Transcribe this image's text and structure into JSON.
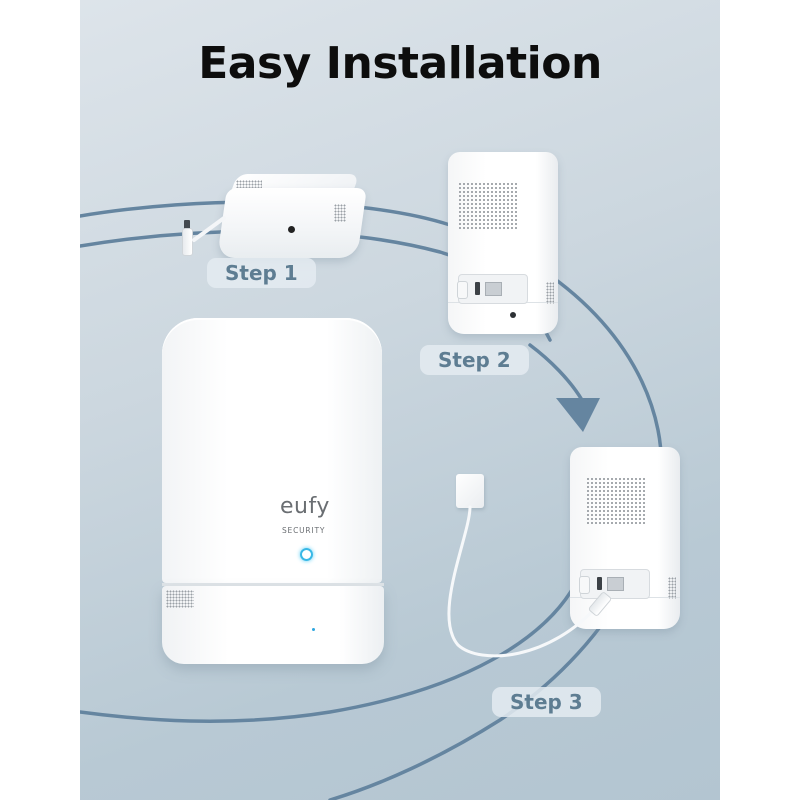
{
  "title": "Easy Installation",
  "steps": [
    {
      "label": "Step 1",
      "description_visual": "Connect power adapter to HomeBase"
    },
    {
      "label": "Step 2",
      "description_visual": "Plug cable into HomeBase back ports"
    },
    {
      "label": "Step 3",
      "description_visual": "Plug adapter into wall outlet"
    }
  ],
  "hub": {
    "brand": "eufy",
    "sub_brand": "SECURITY"
  },
  "colors": {
    "background_light": "#dde4ea",
    "background_dark": "#b3c5d1",
    "arc_stroke": "#6585a0",
    "step_text": "#5e7d92",
    "step_pill": "#e4ebf1",
    "title_text": "#0d0d0d",
    "led_blue": "#38b8e6"
  },
  "icons": {
    "flow_arrow": "arrow-down-right-icon"
  }
}
